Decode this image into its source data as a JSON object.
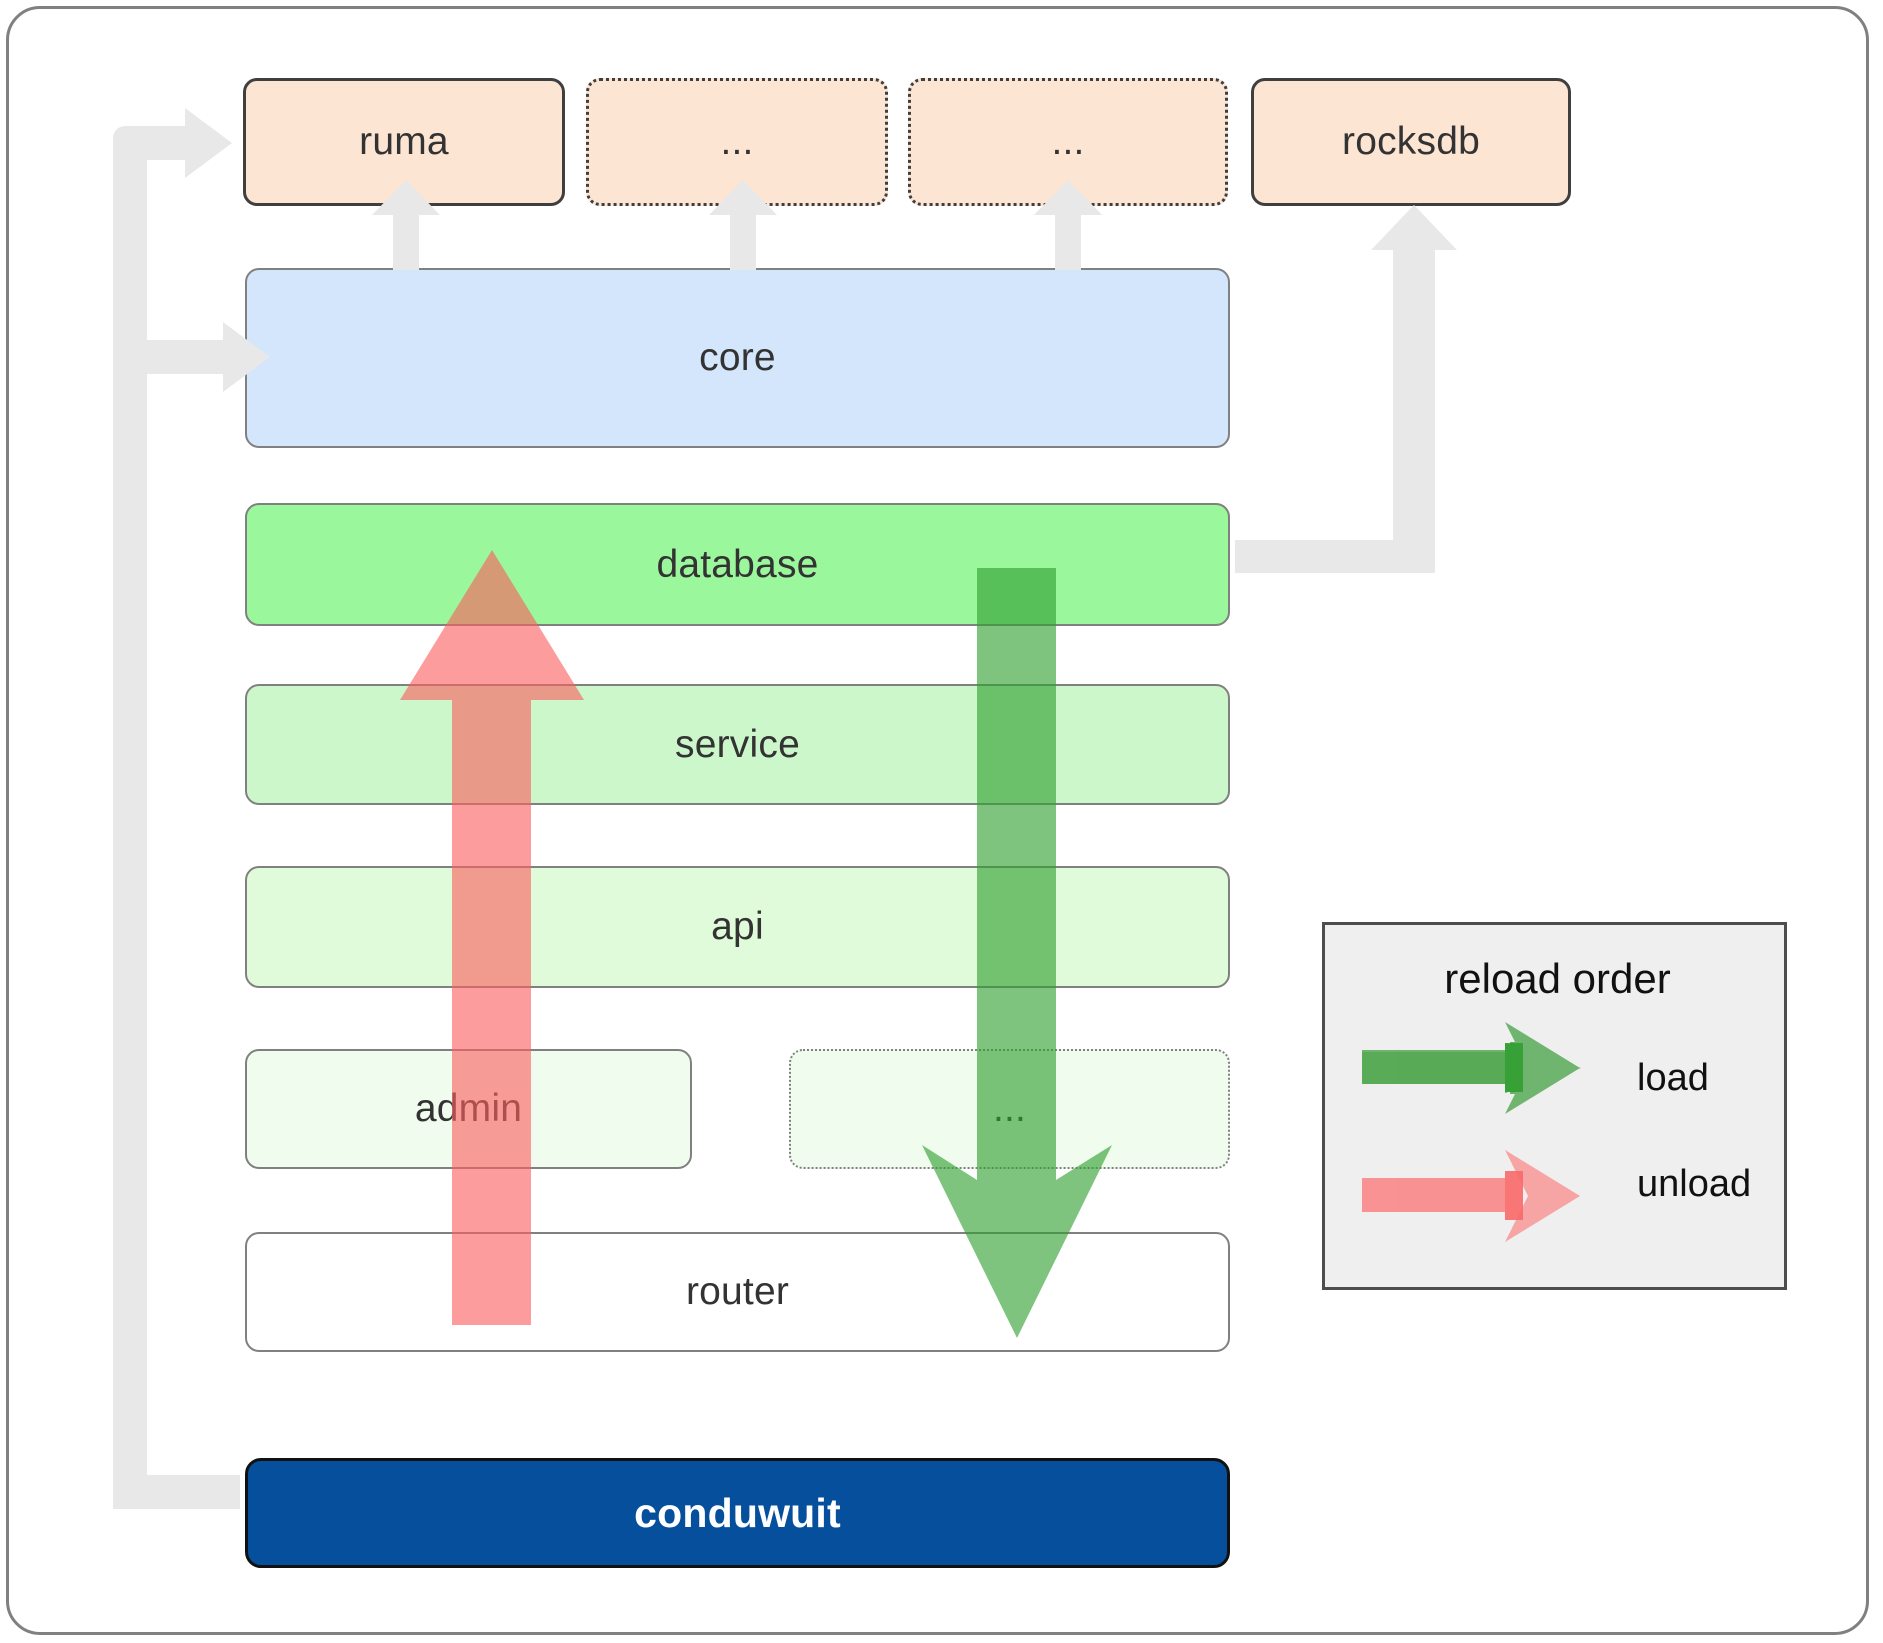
{
  "diagram": {
    "title": "conduwuit crate dependency / reload order",
    "dependencies": [
      {
        "id": "ruma",
        "label": "ruma",
        "style": "solid"
      },
      {
        "id": "dep2",
        "label": "...",
        "style": "dotted"
      },
      {
        "id": "dep3",
        "label": "...",
        "style": "dotted"
      },
      {
        "id": "rocksdb",
        "label": "rocksdb",
        "style": "solid"
      }
    ],
    "layers": [
      {
        "id": "core",
        "label": "core",
        "style": "solid"
      },
      {
        "id": "database",
        "label": "database",
        "style": "solid"
      },
      {
        "id": "service",
        "label": "service",
        "style": "solid"
      },
      {
        "id": "api",
        "label": "api",
        "style": "solid"
      },
      {
        "id": "admin",
        "label": "admin",
        "style": "solid"
      },
      {
        "id": "more",
        "label": "...",
        "style": "dotted"
      },
      {
        "id": "router",
        "label": "router",
        "style": "solid"
      }
    ],
    "application": {
      "id": "conduwuit",
      "label": "conduwuit"
    },
    "legend": {
      "title": "reload order",
      "entries": [
        {
          "id": "load",
          "label": "load",
          "color": "#57a956"
        },
        {
          "id": "unload",
          "label": "unload",
          "color": "#f98787"
        }
      ]
    },
    "colors": {
      "dependency_fill": "#fde5d3",
      "core_fill": "#d4e6fb",
      "database_fill": "#9bf79b",
      "service_fill": "#ccf7cb",
      "api_fill": "#e0fbd9",
      "admin_fill": "#f0fcee",
      "router_fill": "#ffffff",
      "application_fill": "#064f9c",
      "connector": "#e8e8e8",
      "load_arrow": "#3ea23c",
      "unload_arrow": "#fa7f7f",
      "frame_border": "#808080",
      "legend_background": "#efefef"
    }
  }
}
